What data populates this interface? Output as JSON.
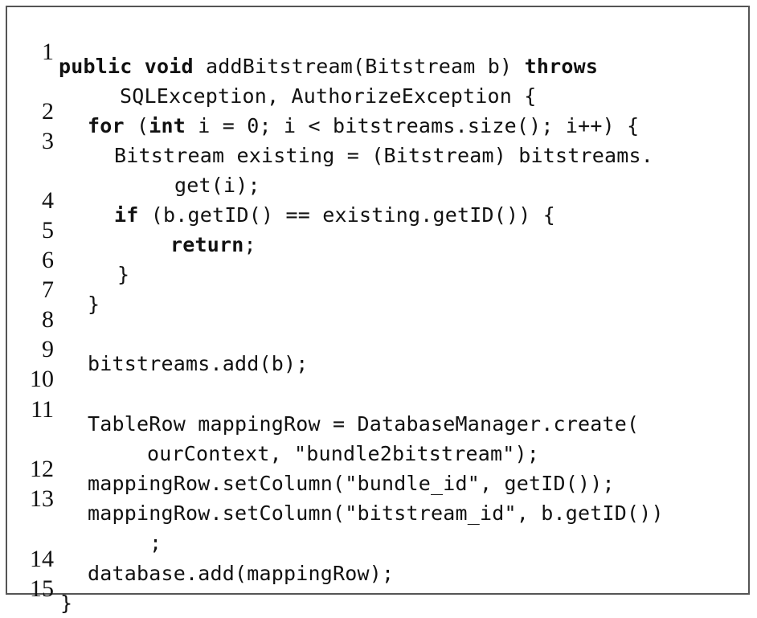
{
  "listing": {
    "lines": [
      {
        "num": "1",
        "segments": [
          {
            "text": "public void",
            "bold": true
          },
          {
            "text": " addBitstream(Bitstream b) ",
            "bold": false
          },
          {
            "text": "throws",
            "bold": true
          }
        ]
      },
      {
        "num": "",
        "segments": [
          {
            "text": "SQLException, AuthorizeException {",
            "bold": false
          }
        ]
      },
      {
        "num": "2",
        "segments": [
          {
            "text": "for",
            "bold": true
          },
          {
            "text": " (",
            "bold": false
          },
          {
            "text": "int",
            "bold": true
          },
          {
            "text": " i = 0; i < bitstreams.size(); i++) {",
            "bold": false
          }
        ]
      },
      {
        "num": "3",
        "segments": [
          {
            "text": "Bitstream existing = (Bitstream) bitstreams.",
            "bold": false
          }
        ]
      },
      {
        "num": "",
        "segments": [
          {
            "text": "get(i);",
            "bold": false
          }
        ]
      },
      {
        "num": "4",
        "segments": [
          {
            "text": "if",
            "bold": true
          },
          {
            "text": " (b.getID() == existing.getID()) {",
            "bold": false
          }
        ]
      },
      {
        "num": "5",
        "segments": [
          {
            "text": "return",
            "bold": true
          },
          {
            "text": ";",
            "bold": false
          }
        ]
      },
      {
        "num": "6",
        "segments": [
          {
            "text": "}",
            "bold": false
          }
        ]
      },
      {
        "num": "7",
        "segments": [
          {
            "text": "}",
            "bold": false
          }
        ]
      },
      {
        "num": "8",
        "segments": []
      },
      {
        "num": "9",
        "segments": [
          {
            "text": "bitstreams.add(b);",
            "bold": false
          }
        ]
      },
      {
        "num": "10",
        "segments": []
      },
      {
        "num": "11",
        "segments": [
          {
            "text": "TableRow mappingRow = DatabaseManager.create(",
            "bold": false
          }
        ]
      },
      {
        "num": "",
        "segments": [
          {
            "text": "ourContext, \"bundle2bitstream\");",
            "bold": false
          }
        ]
      },
      {
        "num": "12",
        "segments": [
          {
            "text": "mappingRow.setColumn(\"bundle_id\", getID());",
            "bold": false
          }
        ]
      },
      {
        "num": "13",
        "segments": [
          {
            "text": "mappingRow.setColumn(\"bitstream_id\", b.getID())",
            "bold": false
          }
        ]
      },
      {
        "num": "",
        "segments": [
          {
            "text": ";",
            "bold": false
          }
        ]
      },
      {
        "num": "14",
        "segments": [
          {
            "text": "database.add(mappingRow);",
            "bold": false
          }
        ]
      },
      {
        "num": "15",
        "segments": [
          {
            "text": "}",
            "bold": false
          }
        ]
      }
    ]
  }
}
